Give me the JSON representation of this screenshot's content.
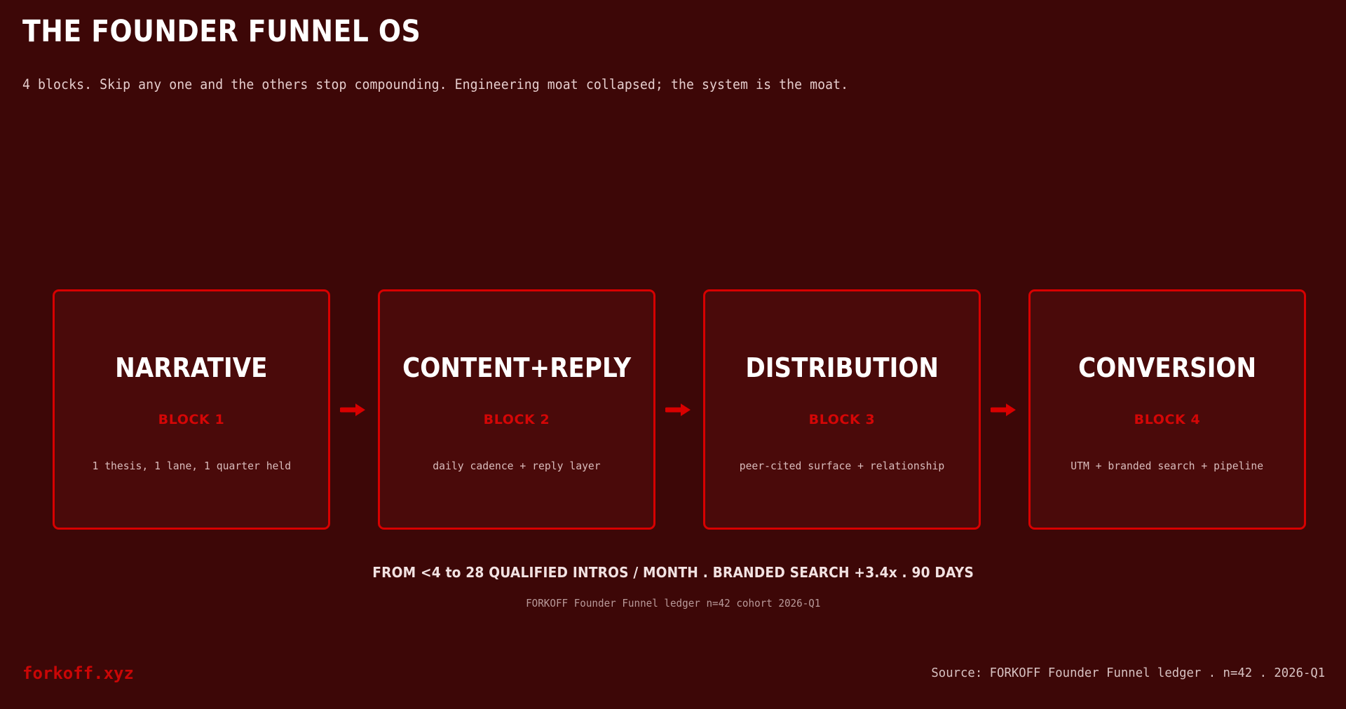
{
  "page": {
    "background_color": "#3d0707",
    "accent_color": "#d80000",
    "card_fill_color": "#4a0a0a",
    "title": "THE FOUNDER FUNNEL OS",
    "subtitle": "4 blocks. Skip any one and the others stop compounding. Engineering moat collapsed; the system is the moat."
  },
  "flow": {
    "arrow_icon": "arrow-right-icon",
    "blocks": [
      {
        "title": "NARRATIVE",
        "tag": "BLOCK 1",
        "desc": "1 thesis, 1 lane, 1 quarter held"
      },
      {
        "title": "CONTENT+REPLY",
        "tag": "BLOCK 2",
        "desc": "daily cadence + reply layer"
      },
      {
        "title": "DISTRIBUTION",
        "tag": "BLOCK 3",
        "desc": "peer-cited surface + relationship"
      },
      {
        "title": "CONVERSION",
        "tag": "BLOCK 4",
        "desc": "UTM + branded search + pipeline"
      }
    ]
  },
  "footer": {
    "stat_line": "FROM <4 to 28 QUALIFIED INTROS / MONTH . BRANDED SEARCH +3.4x . 90 DAYS",
    "stat_sub": "FORKOFF Founder Funnel ledger n=42 cohort 2026-Q1",
    "brand": "forkoff.xyz",
    "source": "Source: FORKOFF Founder Funnel ledger . n=42 . 2026-Q1"
  }
}
